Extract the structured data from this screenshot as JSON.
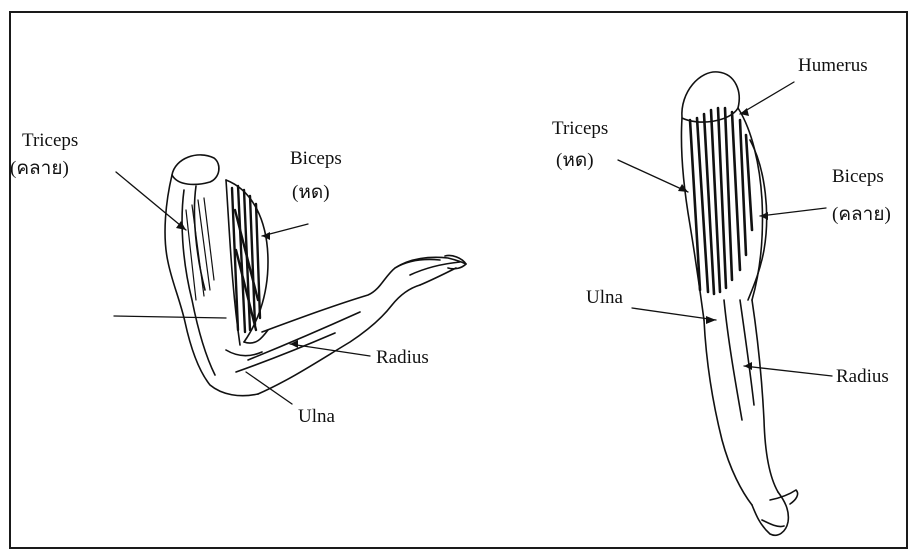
{
  "left_arm": {
    "triceps": {
      "name": "Triceps",
      "state": "(คลาย)"
    },
    "biceps": {
      "name": "Biceps",
      "state": "(หด)"
    },
    "radius": "Radius",
    "ulna": "Ulna"
  },
  "right_arm": {
    "humerus": "Humerus",
    "triceps": {
      "name": "Triceps",
      "state": "(หด)"
    },
    "biceps": {
      "name": "Biceps",
      "state": "(คลาย)"
    },
    "ulna": "Ulna",
    "radius": "Radius"
  },
  "colors": {
    "ink": "#111111",
    "border": "#1a1a1a",
    "background": "#ffffff"
  }
}
